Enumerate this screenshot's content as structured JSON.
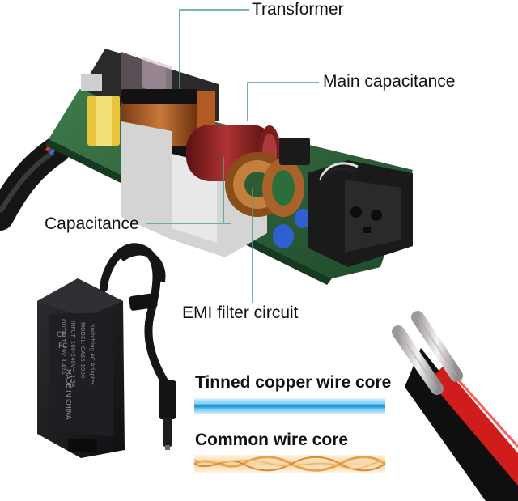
{
  "labels": {
    "transformer": "Transformer",
    "main_capacitance": "Main capacitance",
    "capacitance": "Capacitance",
    "emi_filter": "EMI filter circuit"
  },
  "wires": {
    "tinned": "Tinned copper wire core",
    "common": "Common wire core"
  },
  "adapter_print": {
    "made_in": "MADE IN CHINA"
  },
  "colors": {
    "pcb": "#2f5e3a",
    "leader_line": "#4f9c87",
    "tinned_core": "#33a7e0",
    "common_core": "#e9a24a",
    "adapter_body": "#1b1c1e",
    "cable_red": "#d01f1f"
  }
}
